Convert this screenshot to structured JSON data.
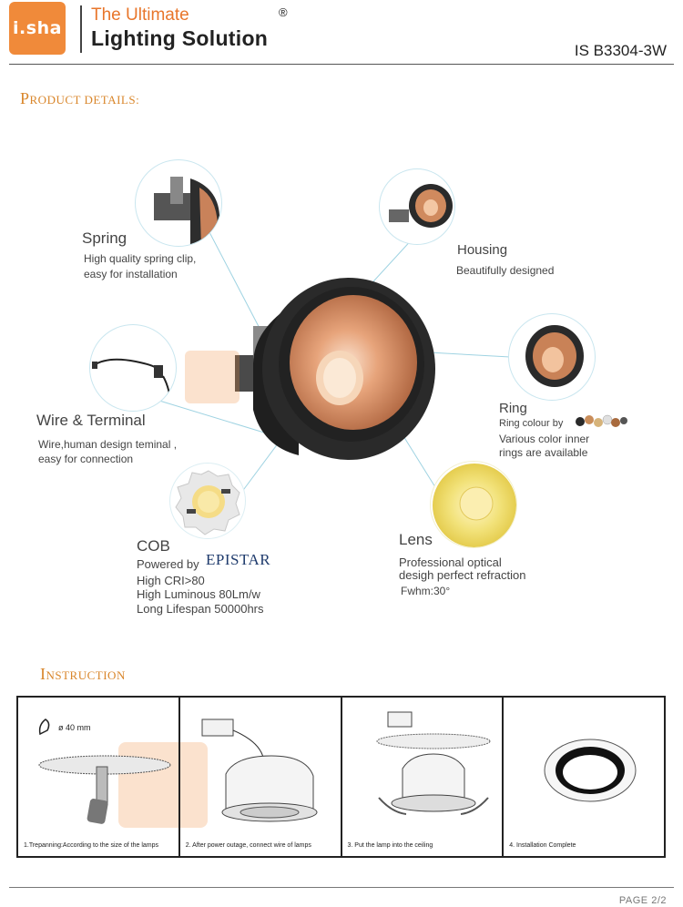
{
  "header": {
    "logo_text": "i.sha",
    "tagline_line1": "The Ultimate",
    "tagline_line2": "Lighting Solution",
    "registered": "®",
    "model": "IS B3304-3W"
  },
  "product_details": {
    "heading_first": "P",
    "heading_rest": "RODUCT DETAILS:",
    "features": {
      "spring": {
        "title": "Spring",
        "desc_line1": "High quality spring clip,",
        "desc_line2": "easy for installation"
      },
      "housing": {
        "title": "Housing",
        "desc_line1": "Beautifully designed"
      },
      "wire": {
        "title": "Wire & Terminal",
        "desc_line1": "Wire,human design teminal ,",
        "desc_line2": "easy for connection"
      },
      "ring": {
        "title": "Ring",
        "desc_line1": "Ring colour by",
        "desc_line2": "Various color inner",
        "desc_line3": "rings are available"
      },
      "cob": {
        "title": "COB",
        "powered_by": "Powered by",
        "brand": "EPISTAR",
        "spec1": "High CRI>80",
        "spec2": "High Luminous 80Lm/w",
        "spec3": "Long Lifespan 50000hrs"
      },
      "lens": {
        "title": "Lens",
        "desc_line1": "Professional  optical",
        "desc_line2": "desigh perfect refraction",
        "desc_line3": "Fwhm:30°"
      }
    },
    "ring_colors": [
      "#2a2a2a",
      "#c98d5a",
      "#d6b37a",
      "#e0e0e0",
      "#a86a3d",
      "#555555"
    ]
  },
  "instruction": {
    "heading_first": "I",
    "heading_rest": "NSTRUCTION",
    "diameter": "ø 40 mm",
    "steps": [
      {
        "caption": "1.Trepanning:According to the size of the lamps"
      },
      {
        "caption": "2. After power outage, connect wire of lamps"
      },
      {
        "caption": "3. Put the lamp into the ceiling"
      },
      {
        "caption": "4. Installation Complete"
      }
    ]
  },
  "footer": {
    "page": "PAGE 2/2"
  },
  "colors": {
    "accent": "#e8762b",
    "copper": "#d98a5e",
    "housing": "#2b2b2b",
    "leader": "#9fd3e2"
  }
}
